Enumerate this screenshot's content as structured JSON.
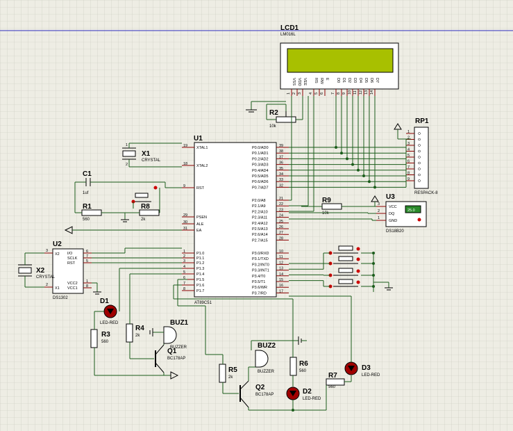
{
  "lcd": {
    "ref": "LCD1",
    "part": "LM016L",
    "pins": [
      "VSS",
      "VDD",
      "VEE",
      "RS",
      "RW",
      "E",
      "D0",
      "D1",
      "D2",
      "D3",
      "D4",
      "D5",
      "D6",
      "D7"
    ],
    "nums": [
      "1",
      "2",
      "3",
      "4",
      "5",
      "6",
      "7",
      "8",
      "9",
      "10",
      "11",
      "12",
      "13",
      "14"
    ]
  },
  "u1": {
    "ref": "U1",
    "part": "AT89C51",
    "left_pins": [
      {
        "name": "XTAL1",
        "num": "19"
      },
      {
        "name": "XTAL2",
        "num": "18"
      },
      {
        "name": "RST",
        "num": "9"
      },
      {
        "name": "PSEN",
        "num": "29"
      },
      {
        "name": "ALE",
        "num": "30"
      },
      {
        "name": "EA",
        "num": "31"
      },
      {
        "name": "P1.0",
        "num": "1"
      },
      {
        "name": "P1.1",
        "num": "2"
      },
      {
        "name": "P1.2",
        "num": "3"
      },
      {
        "name": "P1.3",
        "num": "4"
      },
      {
        "name": "P1.4",
        "num": "5"
      },
      {
        "name": "P1.5",
        "num": "6"
      },
      {
        "name": "P1.6",
        "num": "7"
      },
      {
        "name": "P1.7",
        "num": "8"
      }
    ],
    "p0": [
      {
        "name": "P0.0/AD0",
        "num": "39"
      },
      {
        "name": "P0.1/AD1",
        "num": "38"
      },
      {
        "name": "P0.2/AD2",
        "num": "37"
      },
      {
        "name": "P0.3/AD3",
        "num": "36"
      },
      {
        "name": "P0.4/AD4",
        "num": "35"
      },
      {
        "name": "P0.5/AD5",
        "num": "34"
      },
      {
        "name": "P0.6/AD6",
        "num": "33"
      },
      {
        "name": "P0.7/AD7",
        "num": "32"
      }
    ],
    "p2": [
      {
        "name": "P2.0/A8",
        "num": "21"
      },
      {
        "name": "P2.1/A9",
        "num": "22"
      },
      {
        "name": "P2.2/A10",
        "num": "23"
      },
      {
        "name": "P2.3/A11",
        "num": "24"
      },
      {
        "name": "P2.4/A12",
        "num": "25"
      },
      {
        "name": "P2.5/A13",
        "num": "26"
      },
      {
        "name": "P2.6/A14",
        "num": "27"
      },
      {
        "name": "P2.7/A15",
        "num": "28"
      }
    ],
    "p3": [
      {
        "name": "P3.0/RXD",
        "num": "10"
      },
      {
        "name": "P3.1/TXD",
        "num": "11"
      },
      {
        "name": "P3.2/INT0",
        "num": "12"
      },
      {
        "name": "P3.3/INT1",
        "num": "13"
      },
      {
        "name": "P3.4/T0",
        "num": "14"
      },
      {
        "name": "P3.5/T1",
        "num": "15"
      },
      {
        "name": "P3.6/WR",
        "num": "16"
      },
      {
        "name": "P3.7/RD",
        "num": "17"
      }
    ]
  },
  "u2": {
    "ref": "U2",
    "part": "DS1302",
    "left": [
      {
        "name": "X2",
        "num": "3"
      },
      {
        "name": "X1",
        "num": "2"
      }
    ],
    "right": [
      {
        "name": "I/O",
        "num": "6"
      },
      {
        "name": "SCLK",
        "num": "7"
      },
      {
        "name": "RST",
        "num": "5"
      },
      {
        "name": "VCC2",
        "num": "1"
      },
      {
        "name": "VCC1",
        "num": "8"
      }
    ]
  },
  "u3": {
    "ref": "U3",
    "part": "DS18B20",
    "display": "25.0",
    "pins": [
      {
        "name": "VCC",
        "num": "3"
      },
      {
        "name": "DQ",
        "num": "2"
      },
      {
        "name": "GND",
        "num": "1"
      }
    ]
  },
  "rp1": {
    "ref": "RP1",
    "part": "RESPACK-8",
    "nums": [
      "1",
      "2",
      "3",
      "4",
      "5",
      "6",
      "7",
      "8",
      "9"
    ]
  },
  "x1": {
    "ref": "X1",
    "part": "CRYSTAL"
  },
  "x2": {
    "ref": "X2",
    "part": "CRYSTAL"
  },
  "c1": {
    "ref": "C1",
    "value": "1uf"
  },
  "r1": {
    "ref": "R1",
    "value": "560"
  },
  "r2": {
    "ref": "R2",
    "value": "10k"
  },
  "r3": {
    "ref": "R3",
    "value": "560"
  },
  "r4": {
    "ref": "R4",
    "value": "2k"
  },
  "r5": {
    "ref": "R5",
    "value": "2k"
  },
  "r6": {
    "ref": "R6",
    "value": "560"
  },
  "r7": {
    "ref": "R7",
    "value": "560"
  },
  "r8": {
    "ref": "R8",
    "value": "2k"
  },
  "r9": {
    "ref": "R9",
    "value": "10k"
  },
  "d1": {
    "ref": "D1",
    "part": "LED-RED"
  },
  "d2": {
    "ref": "D2",
    "part": "LED-RED"
  },
  "d3": {
    "ref": "D3",
    "part": "LED-RED"
  },
  "q1": {
    "ref": "Q1",
    "part": "BC178AP"
  },
  "q2": {
    "ref": "Q2",
    "part": "BC178AP"
  },
  "buz1": {
    "ref": "BUZ1",
    "part": "BUZZER"
  },
  "buz2": {
    "ref": "BUZ2",
    "part": "BUZZER"
  },
  "colors": {
    "grid": "#c8c8bc",
    "wire": "#1a5c1a",
    "pin": "#8b0000",
    "lcd": "#a8c000",
    "u3display": "#2a8a2a"
  }
}
